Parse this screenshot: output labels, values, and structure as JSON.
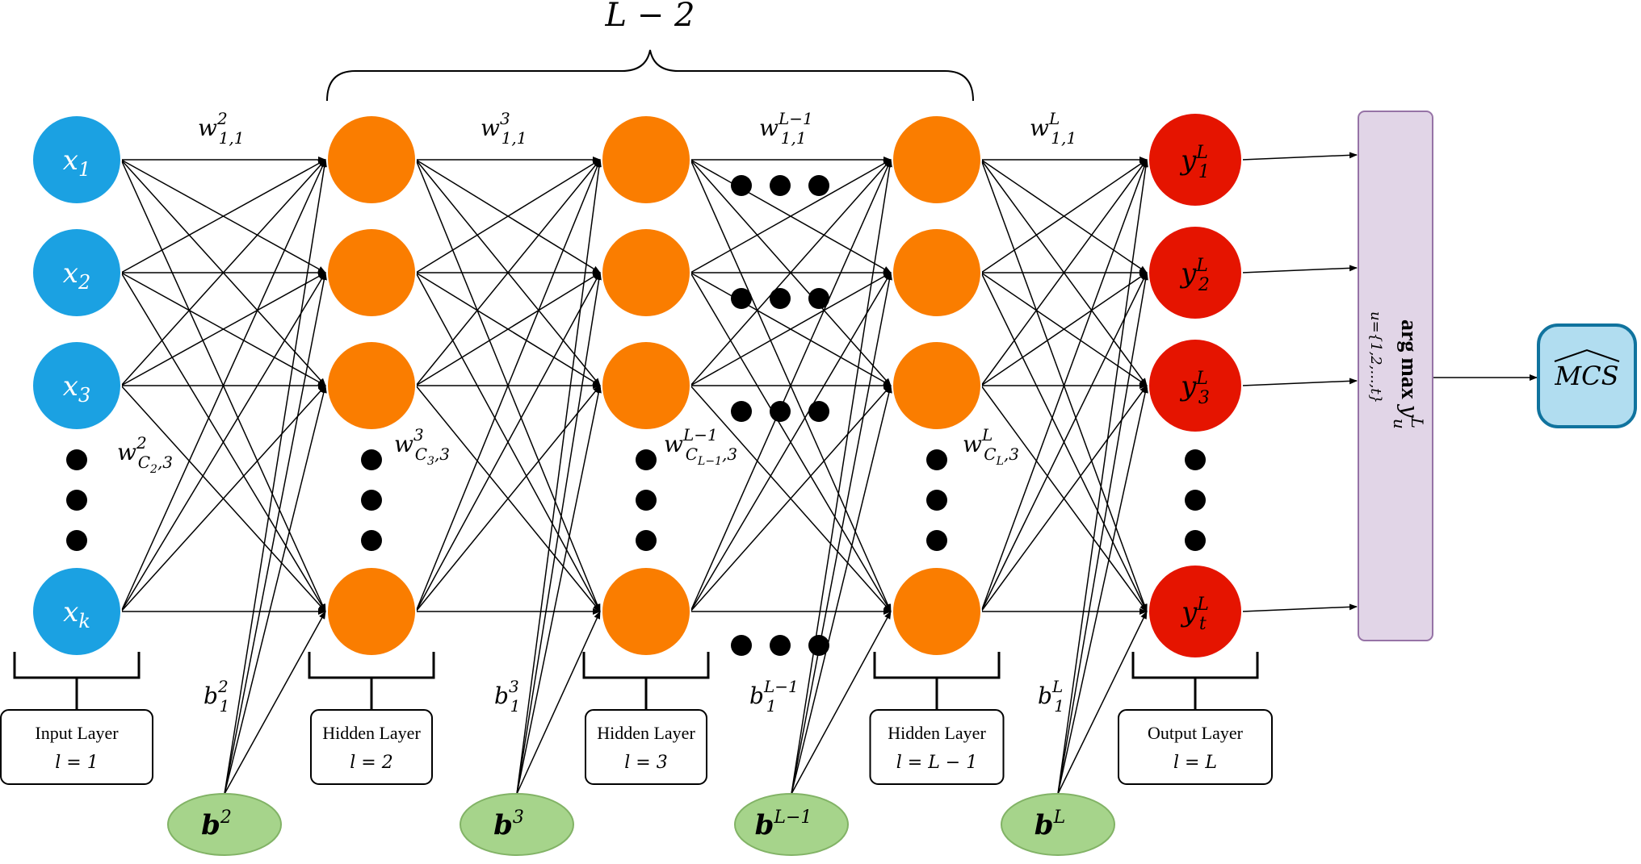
{
  "diagram": {
    "title": "L − 2",
    "colors": {
      "input_node": "#1ba1e2",
      "hidden_node": "#fa7d00",
      "output_node": "#e51400",
      "bias_node": "#a6d48b",
      "argmax_box": "#e1d5e7",
      "argmax_border": "#9673a6",
      "result_box": "#b1ddf0",
      "result_border": "#10739e",
      "edge": "#000000"
    },
    "layers": [
      {
        "id": "input",
        "kind": "input",
        "nodes": [
          "x1",
          "x2",
          "x3",
          "xk"
        ],
        "label": {
          "name": "Input Layer",
          "index": "l = 1"
        }
      },
      {
        "id": "hidden2",
        "kind": "hidden",
        "nodes": [
          "",
          "",
          "",
          ""
        ],
        "label": {
          "name": "Hidden Layer",
          "index": "l = 2"
        },
        "bias": {
          "node": "b2",
          "weight": "b12"
        }
      },
      {
        "id": "hidden3",
        "kind": "hidden",
        "nodes": [
          "",
          "",
          "",
          ""
        ],
        "label": {
          "name": "Hidden Layer",
          "index": "l = 3"
        },
        "bias": {
          "node": "b3",
          "weight": "b13"
        }
      },
      {
        "id": "hiddenL1",
        "kind": "hidden",
        "nodes": [
          "",
          "",
          "",
          ""
        ],
        "label": {
          "name": "Hidden Layer",
          "index": "l = L − 1"
        },
        "bias": {
          "node": "bL−1",
          "weight": "b1L−1"
        }
      },
      {
        "id": "output",
        "kind": "output",
        "nodes": [
          "y1L",
          "y2L",
          "y3L",
          "ytL"
        ],
        "label": {
          "name": "Output Layer",
          "index": "l = L"
        },
        "bias": {
          "node": "bL",
          "weight": "b1L"
        }
      }
    ],
    "weights": {
      "top": [
        "w21,1",
        "w31,1",
        "wL−11,1",
        "wL1,1"
      ],
      "bottom": [
        "w2C2,3",
        "w3C3,3",
        "wL−1CL−1,3",
        "wLCL,3"
      ]
    },
    "argmax": {
      "text": "arg max y",
      "subscript": "u=1,2,...,t",
      "superscript": "L",
      "var": "u"
    },
    "result": {
      "text": "MCS"
    }
  }
}
